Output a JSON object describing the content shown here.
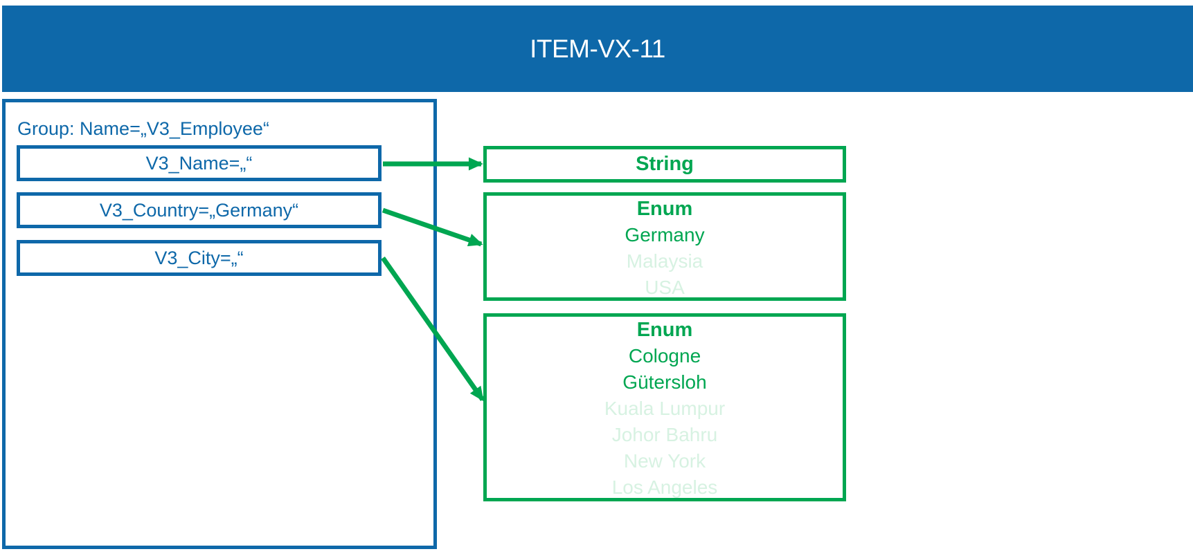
{
  "header": {
    "title": "ITEM-VX-11"
  },
  "group": {
    "label": "Group: Name=„V3_Employee“",
    "fields": [
      {
        "label": "V3_Name=„“"
      },
      {
        "label": "V3_Country=„Germany“"
      },
      {
        "label": "V3_City=„“"
      }
    ]
  },
  "types": [
    {
      "title": "String",
      "items": []
    },
    {
      "title": "Enum",
      "items": [
        {
          "label": "Germany",
          "active": true
        },
        {
          "label": "Malaysia",
          "active": false
        },
        {
          "label": "USA",
          "active": false
        }
      ]
    },
    {
      "title": "Enum",
      "items": [
        {
          "label": "Cologne",
          "active": true
        },
        {
          "label": "Gütersloh",
          "active": true
        },
        {
          "label": "Kuala Lumpur",
          "active": false
        },
        {
          "label": "Johor Bahru",
          "active": false
        },
        {
          "label": "New York",
          "active": false
        },
        {
          "label": "Los Angeles",
          "active": false
        }
      ]
    }
  ],
  "colors": {
    "blue": "#0e68a9",
    "green": "#00a651",
    "green_faded": "#d7f2e2"
  }
}
